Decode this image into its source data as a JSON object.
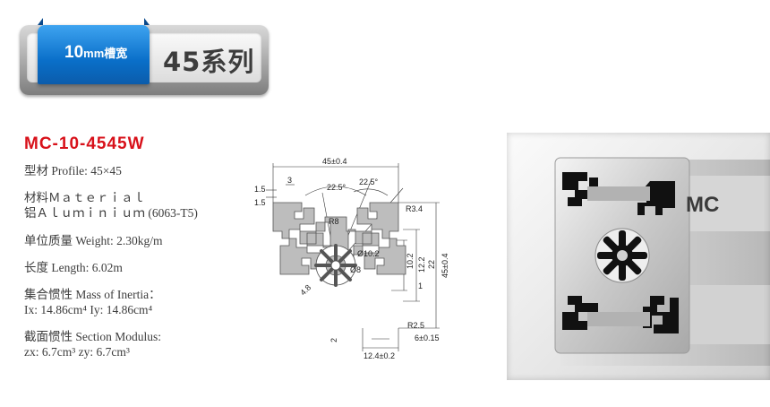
{
  "header": {
    "tab_main": "10",
    "tab_unit": "mm槽宽",
    "series_title": "45系列"
  },
  "product": {
    "model": "MC-10-4545W",
    "specs": [
      "型材 Profile: 45×45",
      "材料Ｍａｔｅｒｉａｌ",
      "铝Ａｌｕｍｉｎｉｕｍ (6063-T5)",
      "单位质量 Weight: 2.30kg/m",
      "长度 Length: 6.02m",
      "集合惯性 Mass of Inertia：",
      "Ix: 14.86cm⁴  Iy: 14.86cm⁴",
      "截面惯性 Section Modulus:",
      "zx: 6.7cm³  zy: 6.7cm³"
    ]
  },
  "drawing": {
    "dims": {
      "width_total": "45±0.4",
      "height_total": "45±0.4",
      "d_1_5a": "1.5",
      "d_1_5b": "1.5",
      "d_3": "3",
      "ang_a": "22.5°",
      "ang_b": "22.5°",
      "r3_4": "R3.4",
      "r8": "R8",
      "phi10_2": "Ø10.2",
      "phi8": "Ø8",
      "d_10_2": "10.2",
      "d_12_2": "12.2",
      "d_22": "22",
      "d_4_8": "4.8",
      "d_1": "1",
      "r2_5": "R2.5",
      "d_2": "2",
      "d_6": "6±0.15",
      "d_12_4": "12.4±0.2"
    }
  },
  "photo": {
    "brand": "MC"
  }
}
